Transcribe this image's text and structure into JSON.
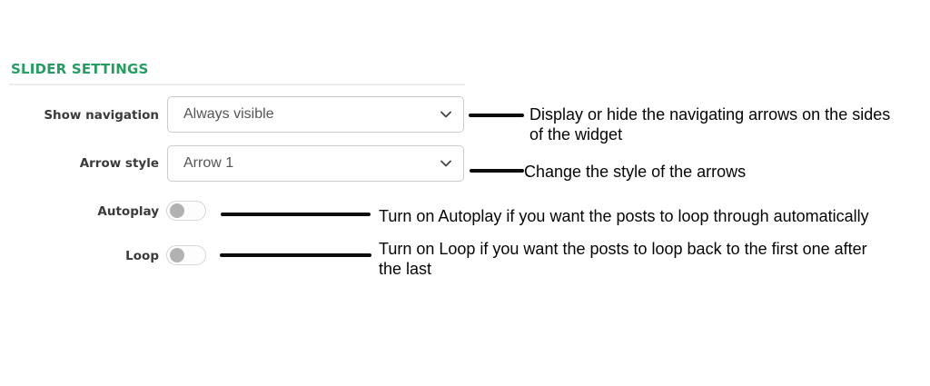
{
  "panel": {
    "title": "SLIDER SETTINGS",
    "accent_color": "#249c62",
    "annotation_color": "#0d0d0d"
  },
  "fields": {
    "show_navigation": {
      "label": "Show navigation",
      "control": "select",
      "value": "Always visible",
      "annotation": "Display or hide the navigating arrows on the sides of the widget"
    },
    "arrow_style": {
      "label": "Arrow style",
      "control": "select",
      "value": "Arrow 1",
      "annotation": "Change the style of the arrows"
    },
    "autoplay": {
      "label": "Autoplay",
      "control": "toggle",
      "state": "off",
      "annotation": "Turn on Autoplay if you want the posts to loop through automatically"
    },
    "loop": {
      "label": "Loop",
      "control": "toggle",
      "state": "off",
      "annotation": "Turn on Loop if you want the posts to loop back to the first one after the last"
    }
  }
}
